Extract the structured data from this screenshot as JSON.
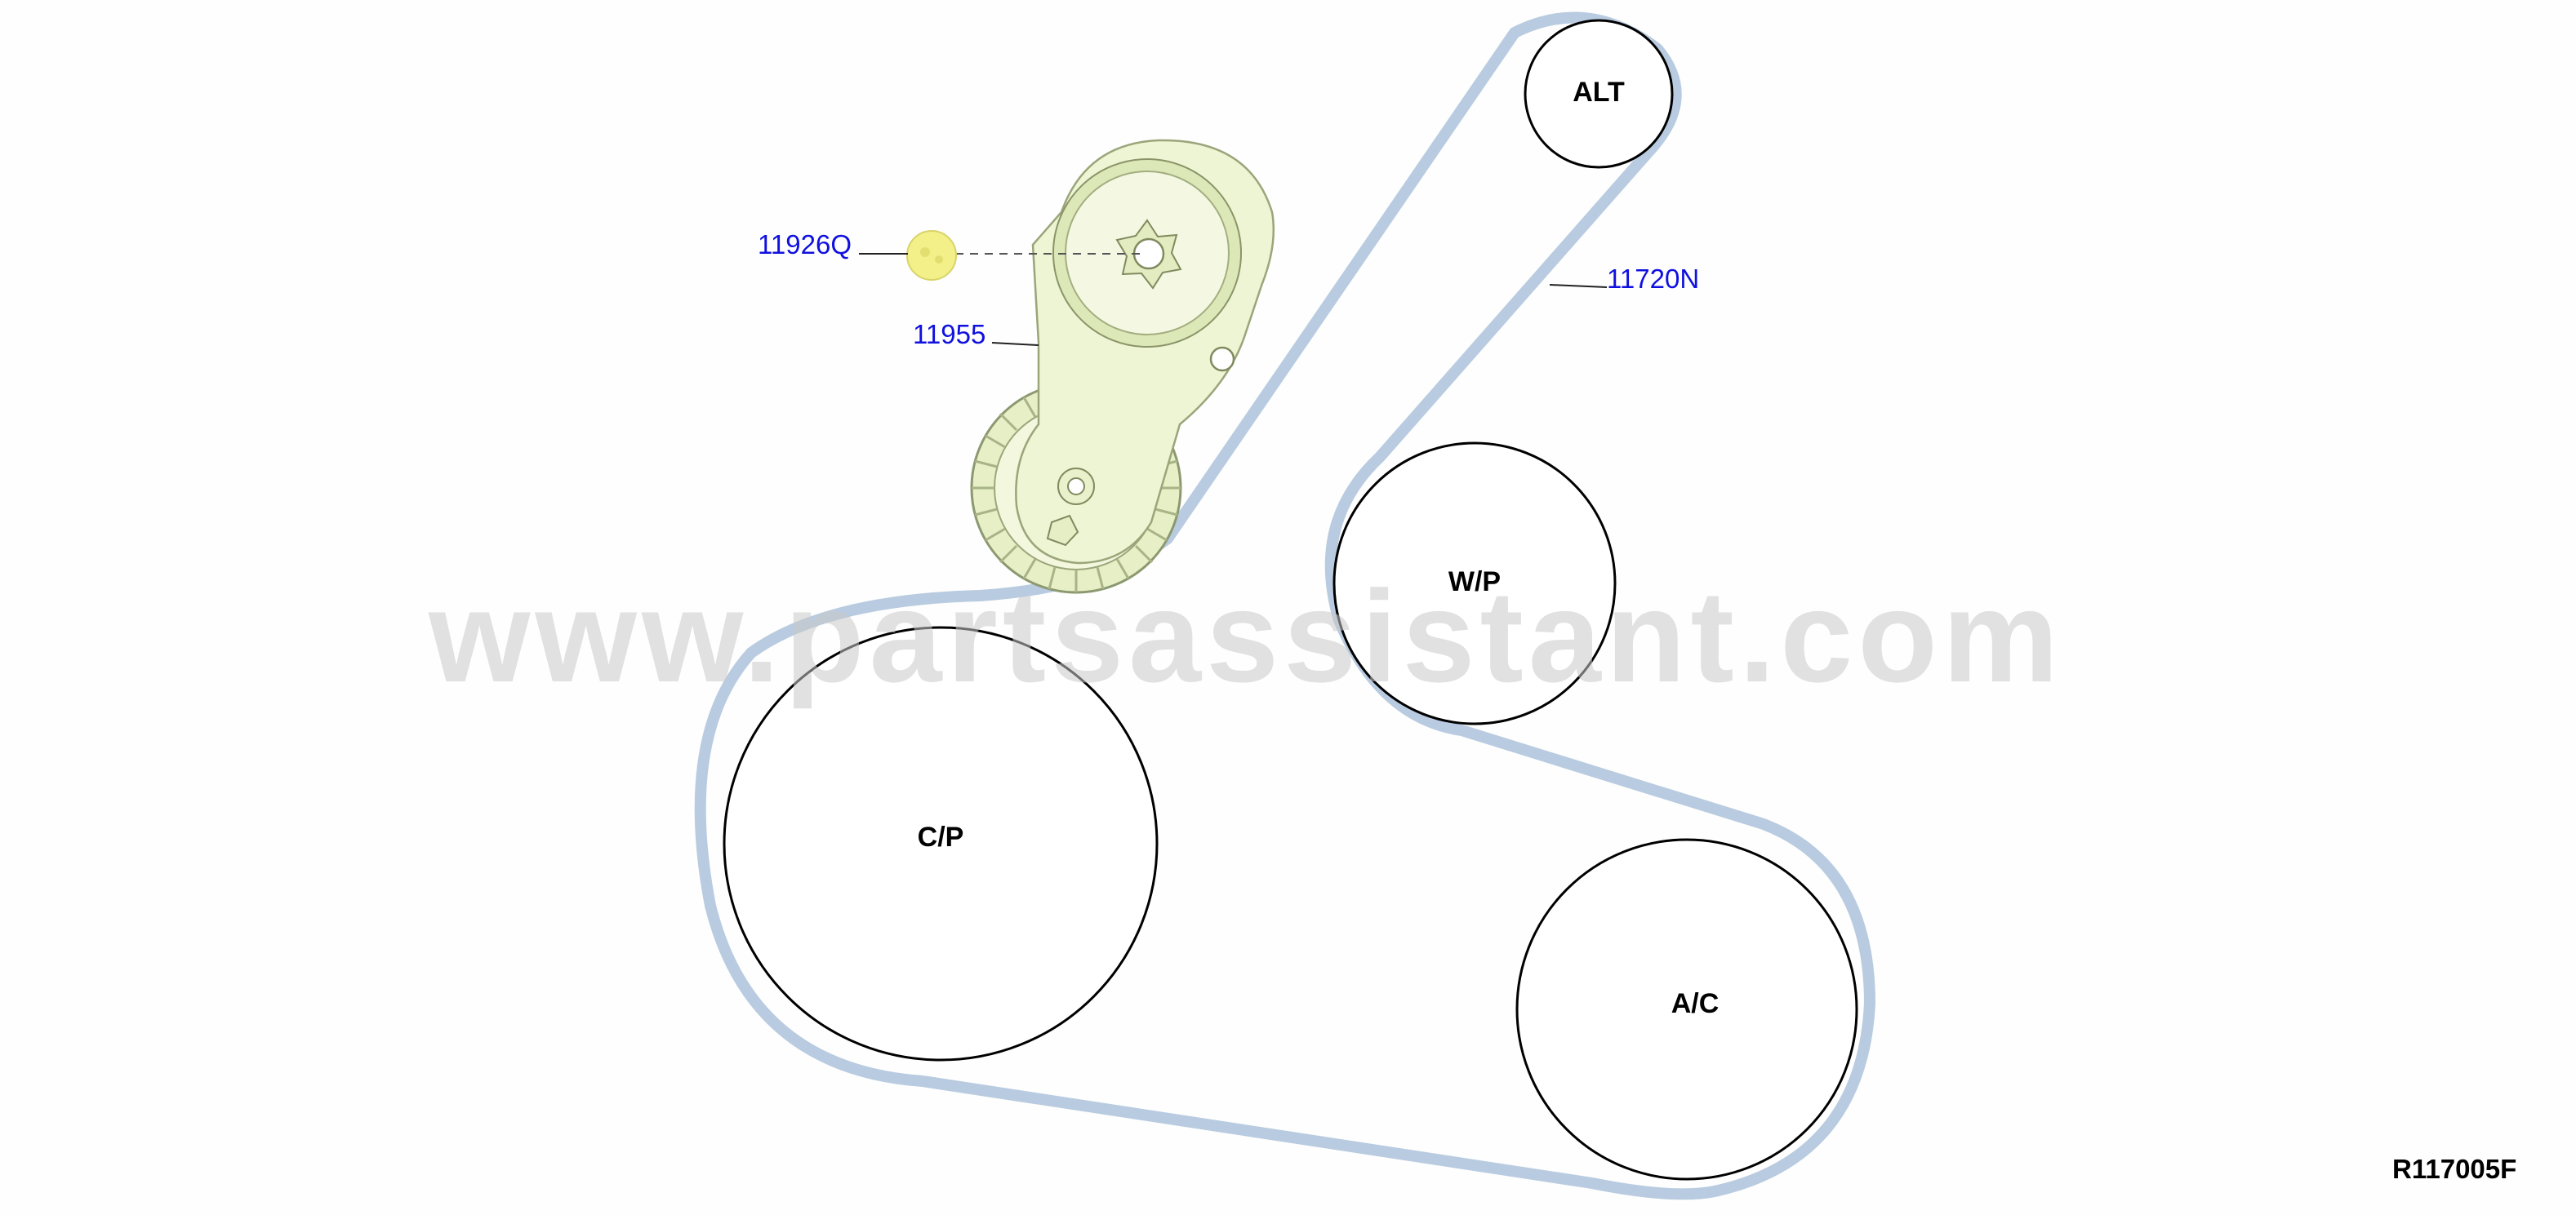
{
  "diagram": {
    "pulleys": [
      {
        "id": "alt",
        "label": "ALT"
      },
      {
        "id": "wp",
        "label": "W/P"
      },
      {
        "id": "cp",
        "label": "C/P"
      },
      {
        "id": "ac",
        "label": "A/C"
      }
    ],
    "callouts": {
      "bolt": "11926Q",
      "tensioner": "11955",
      "belt": "11720N"
    },
    "reference_code": "R117005F",
    "watermark": "www.partsassistant.com",
    "colors": {
      "belt": "#b9cbe0",
      "callout_text": "#1010e0",
      "tensioner": "#eef5d4",
      "bolt": "#f3f08a"
    }
  }
}
